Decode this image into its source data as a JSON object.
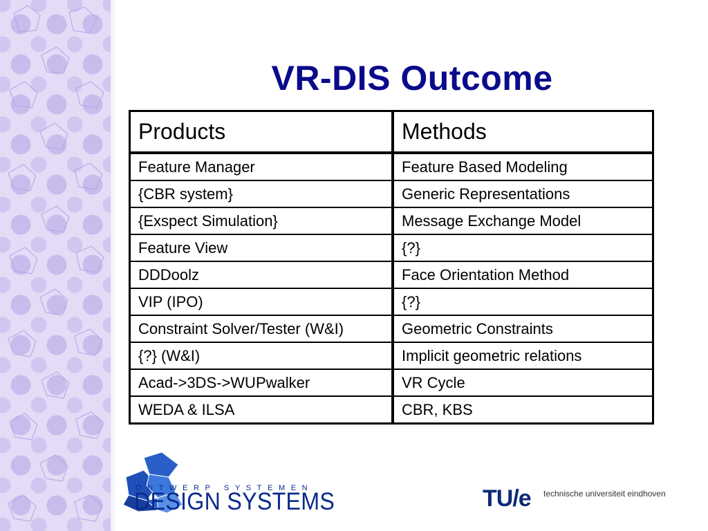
{
  "slide": {
    "title": "VR-DIS Outcome"
  },
  "table": {
    "headers": [
      "Products",
      "Methods"
    ],
    "rows": [
      [
        "Feature Manager",
        "Feature Based Modeling"
      ],
      [
        "{CBR system}",
        "Generic Representations"
      ],
      [
        "{Exspect Simulation}",
        "Message Exchange Model"
      ],
      [
        "Feature View",
        "{?}"
      ],
      [
        "DDDoolz",
        "Face Orientation Method"
      ],
      [
        "VIP (IPO)",
        "{?}"
      ],
      [
        "Constraint Solver/Tester (W&I)",
        "Geometric Constraints"
      ],
      [
        "{?} (W&I)",
        "Implicit geometric relations"
      ],
      [
        "Acad->3DS->WUPwalker",
        "VR Cycle"
      ],
      [
        "WEDA & ILSA",
        "CBR, KBS"
      ]
    ]
  },
  "logos": {
    "design_systems_top": "ONTWERP SYSTEMEN",
    "design_systems_main": "DESIGN SYSTEMS",
    "tue_mark": "TU/e",
    "tue_text": "technische universiteit eindhoven"
  },
  "colors": {
    "title": "#0a0a8c",
    "sidebar": "#e4dcf6",
    "logo_blue": "#0a2a8c"
  },
  "icons": {
    "sidebar_pattern": "polyhedron-pattern",
    "ds_logo": "polyhedron-logo-icon"
  }
}
